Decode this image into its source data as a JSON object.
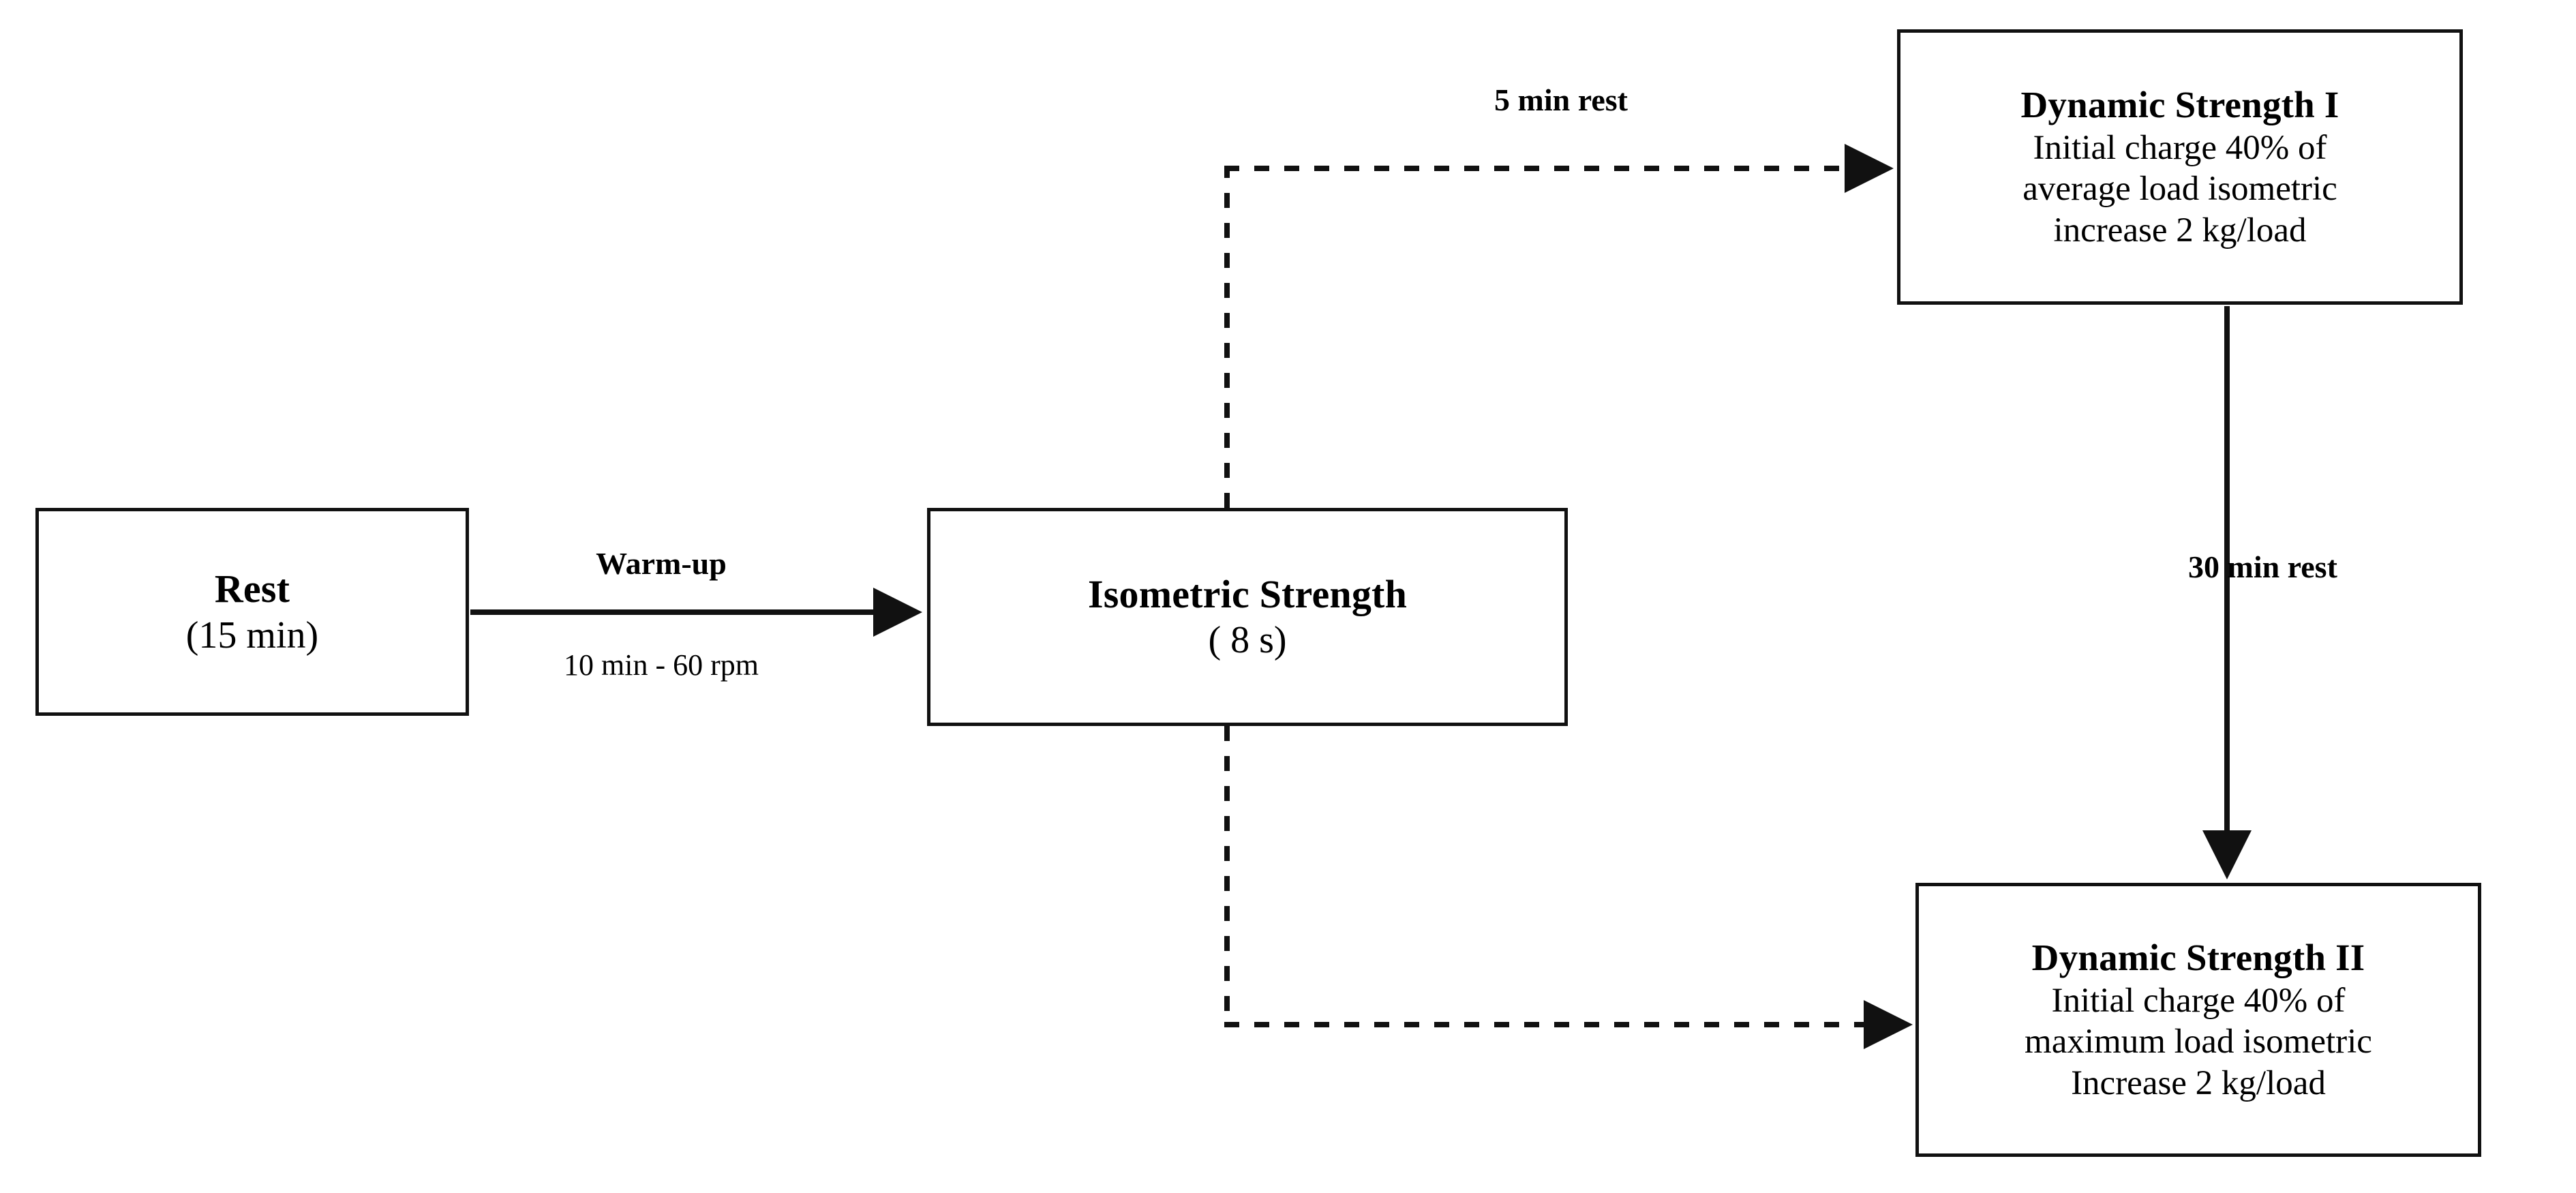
{
  "diagram": {
    "title": "Experimental protocol flowchart",
    "nodes": [
      {
        "id": "rest",
        "title": "Rest",
        "lines": [
          "(15 min)"
        ]
      },
      {
        "id": "isometric",
        "title": "Isometric Strength",
        "lines": [
          "( 8 s)"
        ]
      },
      {
        "id": "dynamic1",
        "title": "Dynamic Strength I",
        "lines": [
          "Initial charge 40% of",
          "average load isometric",
          "increase 2 kg/load"
        ]
      },
      {
        "id": "dynamic2",
        "title": "Dynamic Strength II",
        "lines": [
          "Initial charge 40% of",
          "maximum load isometric",
          "Increase 2 kg/load"
        ]
      }
    ],
    "edges": [
      {
        "id": "rest-to-isometric",
        "style": "solid-arrow",
        "label_above": "Warm-up",
        "label_below": "10 min - 60 rpm"
      },
      {
        "id": "isometric-to-dynamic1",
        "style": "dashed-arrow",
        "label": "5 min rest"
      },
      {
        "id": "isometric-to-dynamic2",
        "style": "dashed-arrow",
        "label": ""
      },
      {
        "id": "dynamic1-to-dynamic2",
        "style": "solid-arrow",
        "label": "30 min rest"
      }
    ],
    "colors": {
      "stroke": "#111111",
      "background": "#ffffff",
      "text": "#000000"
    }
  }
}
